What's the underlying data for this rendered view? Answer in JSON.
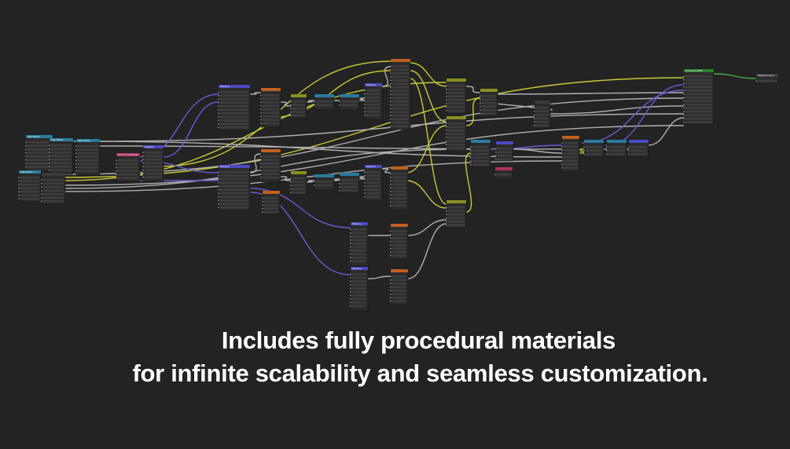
{
  "editor": {
    "node_titles": {
      "principled": "Principled BSDF",
      "output": "Material Output",
      "mapping": "Mapping",
      "map_range": "Map Range",
      "texcoord": "Texture Coordinate"
    }
  },
  "caption": {
    "line1": "Includes fully procedural materials",
    "line2": "for infinite scalability and seamless customization."
  },
  "colors": {
    "background": "#232323",
    "node_body": "#2f2f2f",
    "header_teal": "#2a7c9c",
    "header_purple": "#4a4ac0",
    "header_orange": "#c06020",
    "header_green": "#2a8030",
    "header_pink": "#b03060",
    "header_olive": "#8a9020",
    "wire_yellow": "#c8c83a",
    "wire_gray": "#b0b0b0",
    "wire_purple": "#6a5ad0",
    "wire_green": "#4ab04a"
  }
}
